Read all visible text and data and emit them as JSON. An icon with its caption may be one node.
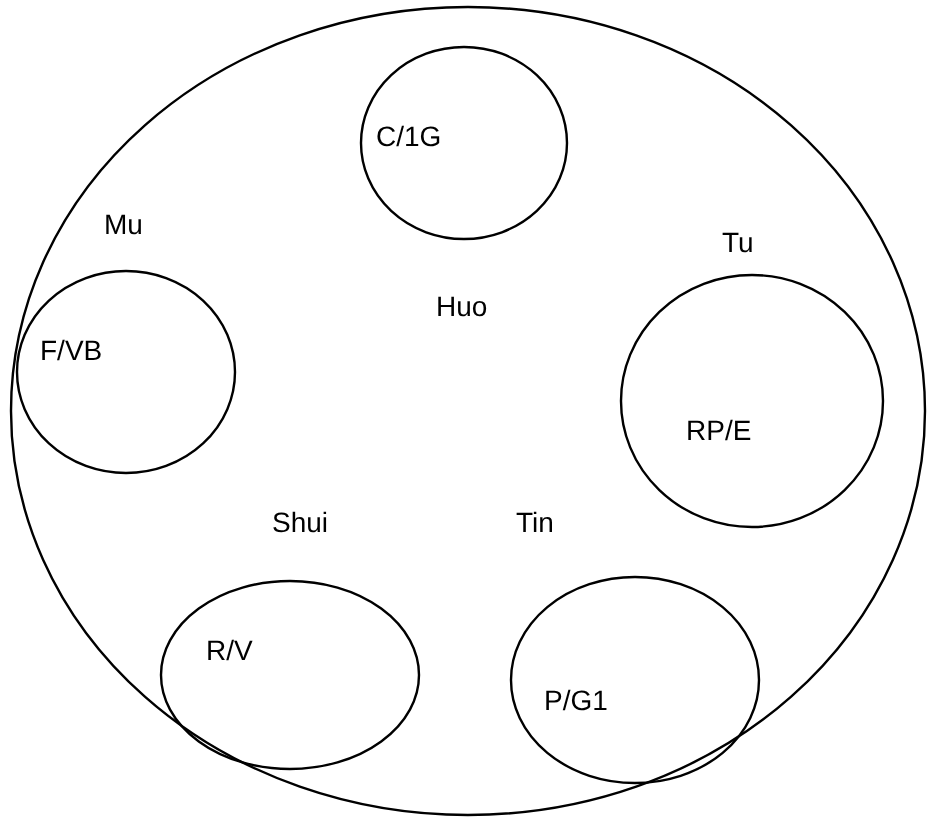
{
  "diagram": {
    "nodes": [
      {
        "text": [],
        "shape": "circle"
      },
      {
        "text": [
          "C/1G"
        ],
        "in": 0
      },
      {
        "text": [
          "F/VB"
        ],
        "in": 0
      },
      {
        "text": [
          "RP/E"
        ],
        "in": 0
      },
      {
        "text": [
          "R/V"
        ],
        "in": 0
      },
      {
        "text": [
          "P/G1"
        ],
        "in": 0
      }
    ],
    "labels": [
      "Mu",
      "Huo",
      "Tu",
      "Shui",
      "Tin"
    ]
  }
}
